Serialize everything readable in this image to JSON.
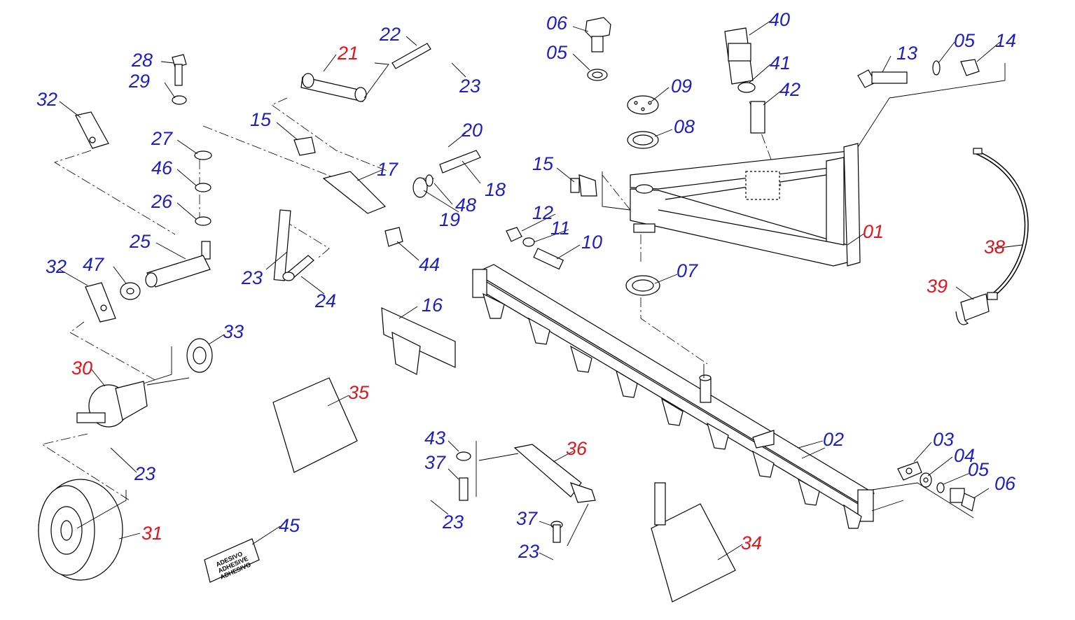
{
  "colors": {
    "standard_callout": "#1f1fbf",
    "highlight_callout": "#e0161c",
    "line": "#000000",
    "background": "#ffffff"
  },
  "callouts": {
    "c01": "01",
    "c02": "02",
    "c03": "03",
    "c04": "04",
    "c05a": "05",
    "c05b": "05",
    "c05c": "05",
    "c06a": "06",
    "c06b": "06",
    "c07": "07",
    "c08": "08",
    "c09": "09",
    "c10": "10",
    "c11": "11",
    "c12": "12",
    "c13": "13",
    "c14": "14",
    "c15a": "15",
    "c15b": "15",
    "c16": "16",
    "c17": "17",
    "c18": "18",
    "c19": "19",
    "c20": "20",
    "c21": "21",
    "c22": "22",
    "c23a": "23",
    "c23b": "23",
    "c23c": "23",
    "c23d": "23",
    "c23e": "23",
    "c24": "24",
    "c25": "25",
    "c26": "26",
    "c27": "27",
    "c28": "28",
    "c29": "29",
    "c30": "30",
    "c31": "31",
    "c32a": "32",
    "c32b": "32",
    "c33": "33",
    "c34": "34",
    "c35": "35",
    "c36": "36",
    "c37a": "37",
    "c37b": "37",
    "c38": "38",
    "c39": "39",
    "c40": "40",
    "c41": "41",
    "c42": "42",
    "c43": "43",
    "c44": "44",
    "c45": "45",
    "c46": "46",
    "c47": "47",
    "c48": "48"
  },
  "sticker": {
    "line1": "ADESIVO",
    "line2": "ADHESIVE",
    "line3": "ADHESIVO"
  }
}
